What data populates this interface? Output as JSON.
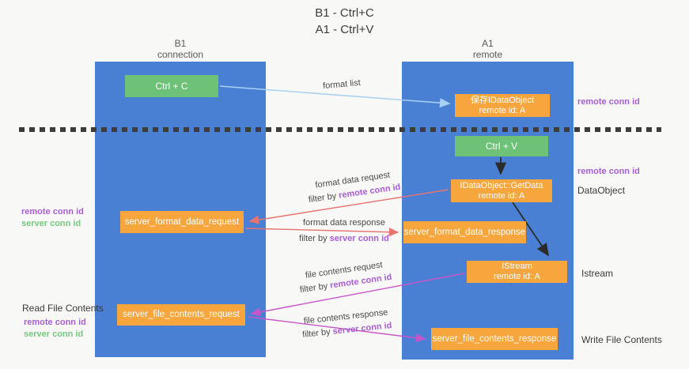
{
  "title": {
    "line1": "B1 - Ctrl+C",
    "line2": "A1 - Ctrl+V"
  },
  "columns": {
    "left": {
      "title": "B1",
      "subtitle": "connection"
    },
    "right": {
      "title": "A1",
      "subtitle": "remote"
    }
  },
  "nodes": {
    "ctrl_c": {
      "label": "Ctrl + C"
    },
    "save_dataobject": {
      "line1": "保存IDataObject",
      "line2": "remote id: A"
    },
    "ctrl_v": {
      "label": "Ctrl + V"
    },
    "getdata": {
      "line1": "IDataObject::GetData",
      "line2": "remote id: A"
    },
    "format_request": {
      "label": "server_format_data_request"
    },
    "format_response": {
      "label": "server_format_data_response"
    },
    "istream": {
      "line1": "IStream",
      "line2": "remote id: A"
    },
    "file_request": {
      "label": "server_file_contents_request"
    },
    "file_response": {
      "label": "server_file_contents_response"
    }
  },
  "arrow_labels": {
    "format_list": {
      "text": "format list"
    },
    "format_data_request": {
      "text": "format data request",
      "filter_prefix": "filter by ",
      "filter_key": "remote conn id"
    },
    "format_data_response": {
      "text": "format data response",
      "filter_prefix": "filter by ",
      "filter_key": "server conn id"
    },
    "file_contents_request": {
      "text": "file contents request",
      "filter_prefix": "filter by ",
      "filter_key": "remote conn id"
    },
    "file_contents_response": {
      "text": "file contents response",
      "filter_prefix": "filter by ",
      "filter_key": "server conn id"
    }
  },
  "side_labels": {
    "remote_conn_id_top": "remote conn id",
    "remote_conn_id_mid": "remote conn id",
    "dataobject": "DataObject",
    "istream": "Istream",
    "write_file_contents": "Write File Contents",
    "read_file_contents": "Read File Contents",
    "left_mid": {
      "remote": "remote conn id",
      "server": "server conn id"
    },
    "left_bottom": {
      "remote": "remote conn id",
      "server": "server conn id"
    }
  },
  "colors": {
    "column_blue": "#4a80d4",
    "node_green": "#6dc277",
    "node_orange": "#f7a63e",
    "label_purple": "#aa5dd6",
    "label_green": "#77c87f",
    "arrow_blue": "#a9d1f0",
    "arrow_red": "#e87470",
    "arrow_magenta": "#c855c8",
    "arrow_black": "#2b2b2b",
    "divider_dark": "#3c3c3c"
  }
}
